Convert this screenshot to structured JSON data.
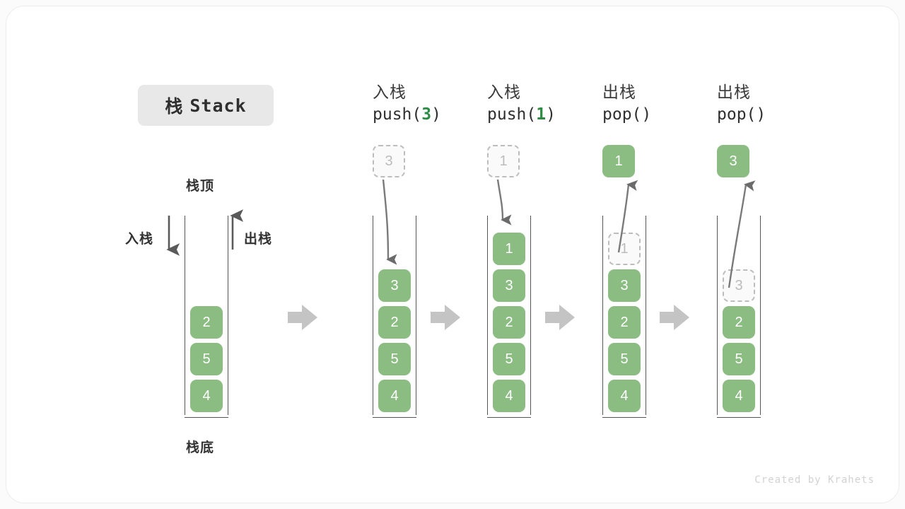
{
  "title": {
    "cn": "栈",
    "en": "Stack"
  },
  "labels": {
    "top": "栈顶",
    "bottom": "栈底",
    "push_side": "入栈",
    "pop_side": "出栈"
  },
  "watermark": "Created by Krahets",
  "colors": {
    "element_green": "#8bbd83",
    "ghost_border": "#bdbdbd",
    "ghost_text": "#bcbcbc",
    "arrow_gray": "#6b6b6b",
    "step_arrow_gray": "#c4c4c4",
    "accent_code": "#2e8b45",
    "title_chip_bg": "#e8e8e8"
  },
  "steps": [
    {
      "id": "initial",
      "caption_cn": "",
      "caption_code": "",
      "stack": [
        "2",
        "5",
        "4"
      ],
      "ghost": null,
      "float": null
    },
    {
      "id": "push-3",
      "caption_cn": "入栈",
      "caption_code": "push(3)",
      "caption_code_prefix": "push(",
      "caption_code_arg": "3",
      "caption_code_suffix": ")",
      "stack": [
        "3",
        "2",
        "5",
        "4"
      ],
      "ghost": null,
      "float": {
        "value": "3",
        "style": "ghost"
      }
    },
    {
      "id": "push-1",
      "caption_cn": "入栈",
      "caption_code": "push(1)",
      "caption_code_prefix": "push(",
      "caption_code_arg": "1",
      "caption_code_suffix": ")",
      "stack": [
        "1",
        "3",
        "2",
        "5",
        "4"
      ],
      "ghost": null,
      "float": {
        "value": "1",
        "style": "ghost"
      }
    },
    {
      "id": "pop-1",
      "caption_cn": "出栈",
      "caption_code": "pop()",
      "caption_code_prefix": "pop(",
      "caption_code_arg": "",
      "caption_code_suffix": ")",
      "stack": [
        "3",
        "2",
        "5",
        "4"
      ],
      "ghost": {
        "value": "1",
        "slot": 0
      },
      "float": {
        "value": "1",
        "style": "solid"
      }
    },
    {
      "id": "pop-3",
      "caption_cn": "出栈",
      "caption_code": "pop()",
      "caption_code_prefix": "pop(",
      "caption_code_arg": "",
      "caption_code_suffix": ")",
      "stack": [
        "2",
        "5",
        "4"
      ],
      "ghost": {
        "value": "3",
        "slot": 0
      },
      "float": {
        "value": "3",
        "style": "solid"
      }
    }
  ]
}
